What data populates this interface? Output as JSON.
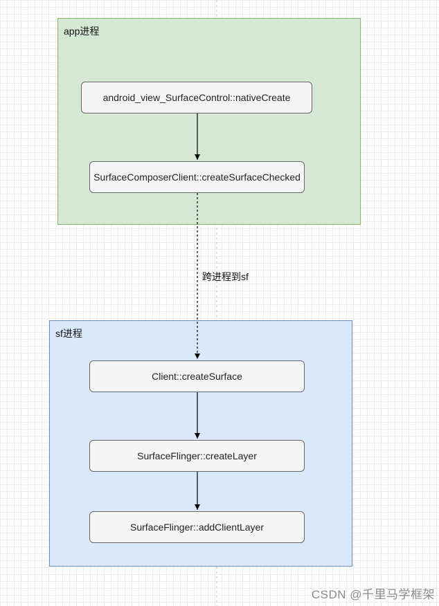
{
  "groups": {
    "app": {
      "label": "app进程"
    },
    "sf": {
      "label": "sf进程"
    }
  },
  "nodes": {
    "native_create": "android_view_SurfaceControl::nativeCreate",
    "create_surface_checked": "SurfaceComposerClient::createSurfaceChecked",
    "client_create_surface": "Client::createSurface",
    "create_layer": "SurfaceFlinger::createLayer",
    "add_client_layer": "SurfaceFlinger::addClientLayer"
  },
  "edges": {
    "cross_process_label": "跨进程到sf"
  },
  "watermark": "CSDN @千里马学框架"
}
